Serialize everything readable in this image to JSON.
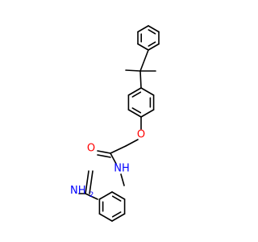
{
  "molecule": {
    "colors": {
      "bond": "#000000",
      "oxygen": "#ff0000",
      "nitrogen": "#0000ff",
      "background": "#ffffff"
    },
    "labels": {
      "ether_oxygen": "O",
      "amide_oxygen": "O",
      "nh": "NH",
      "nh2": "NH2",
      "nh2_main": "NH",
      "nh2_subscript": "2"
    }
  }
}
